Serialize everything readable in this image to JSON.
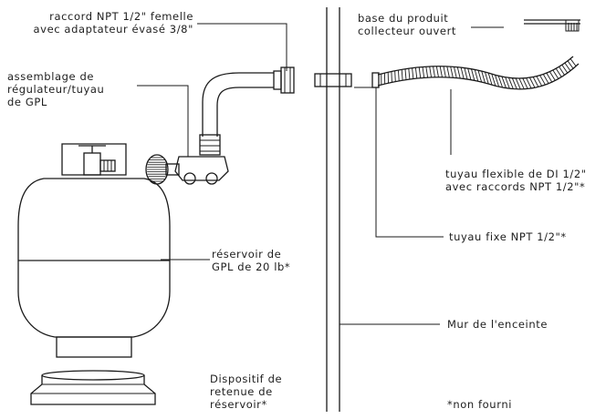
{
  "labels": {
    "npt_fitting": "raccord NPT 1/2\" femelle\navec adaptateur évasé 3/8\"",
    "regulator": "assemblage de\nrégulateur/tuyau\nde GPL",
    "tank": "réservoir de\nGPL de 20 lb*",
    "retainer": "Dispositif de\nretenue de\nréservoir*",
    "product_base": "base du produit\ncollecteur ouvert",
    "flex_hose": "tuyau flexible de DI 1/2\"\navec raccords NPT 1/2\"*",
    "fixed_pipe": "tuyau fixe NPT 1/2\"*",
    "wall": "Mur de l'enceinte",
    "not_supplied": "*non fourni"
  }
}
